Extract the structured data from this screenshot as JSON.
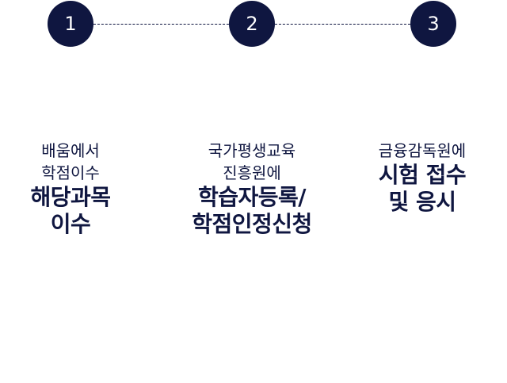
{
  "steps": [
    {
      "number": "1",
      "line1": "배움에서",
      "line2": "학점이수",
      "bold1": "해당과목",
      "bold2": "이수"
    },
    {
      "number": "2",
      "line1": "국가평생교육",
      "line2": "진흥원에",
      "bold1": "학습자등록/",
      "bold2": "학점인정신청"
    },
    {
      "number": "3",
      "line1": "금융감독원에",
      "bold1": "시험 접수",
      "bold2": "및 응시"
    }
  ],
  "colors": {
    "primary": "#0f1640"
  }
}
